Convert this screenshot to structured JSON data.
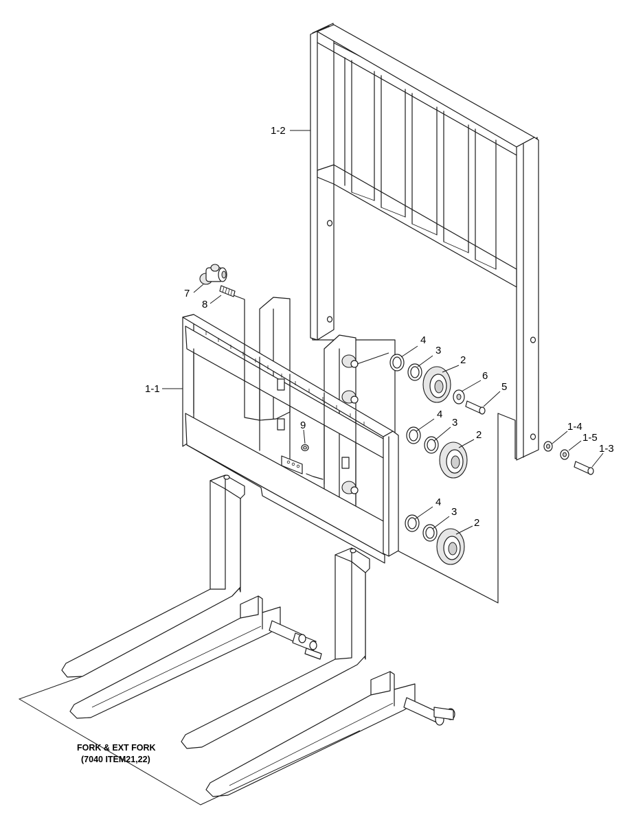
{
  "labels": {
    "part_1_1": "1-1",
    "part_1_2": "1-2",
    "part_1_3": "1-3",
    "part_1_4": "1-4",
    "part_1_5": "1-5",
    "part_2a": "2",
    "part_2b": "2",
    "part_2c": "2",
    "part_3a": "3",
    "part_3b": "3",
    "part_3c": "3",
    "part_4a": "4",
    "part_4b": "4",
    "part_4c": "4",
    "part_5": "5",
    "part_6": "6",
    "part_7": "7",
    "part_8": "8",
    "part_9": "9"
  },
  "caption": {
    "line1": "FORK & EXT FORK",
    "line2": "(7040 ITEM21,22)"
  }
}
